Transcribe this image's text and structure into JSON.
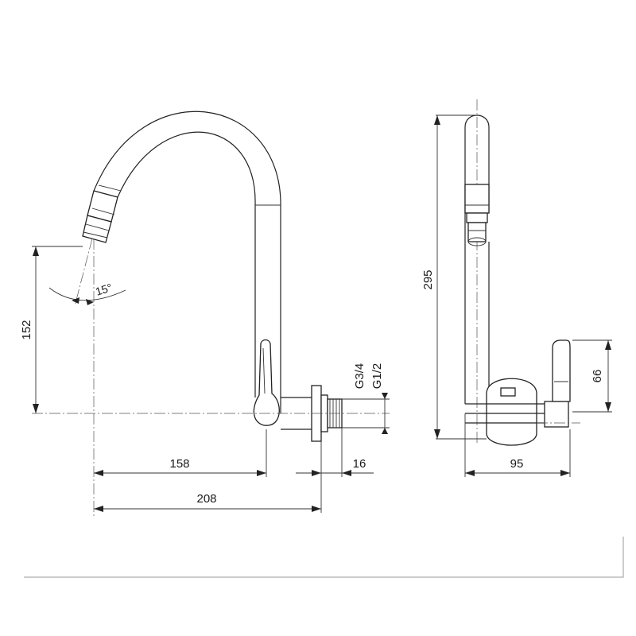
{
  "drawing": {
    "dimensions": {
      "height_spout": "152",
      "angle": "15°",
      "depth_158": "158",
      "depth_208": "208",
      "thread_16": "16",
      "thread_g34": "G3/4",
      "thread_g12": "G1/2",
      "height_total": "295",
      "lever_height": "66",
      "width_side": "95"
    },
    "colors": {
      "line": "#222222",
      "background": "#ffffff",
      "footer_rule": "#9a9a9a"
    }
  }
}
